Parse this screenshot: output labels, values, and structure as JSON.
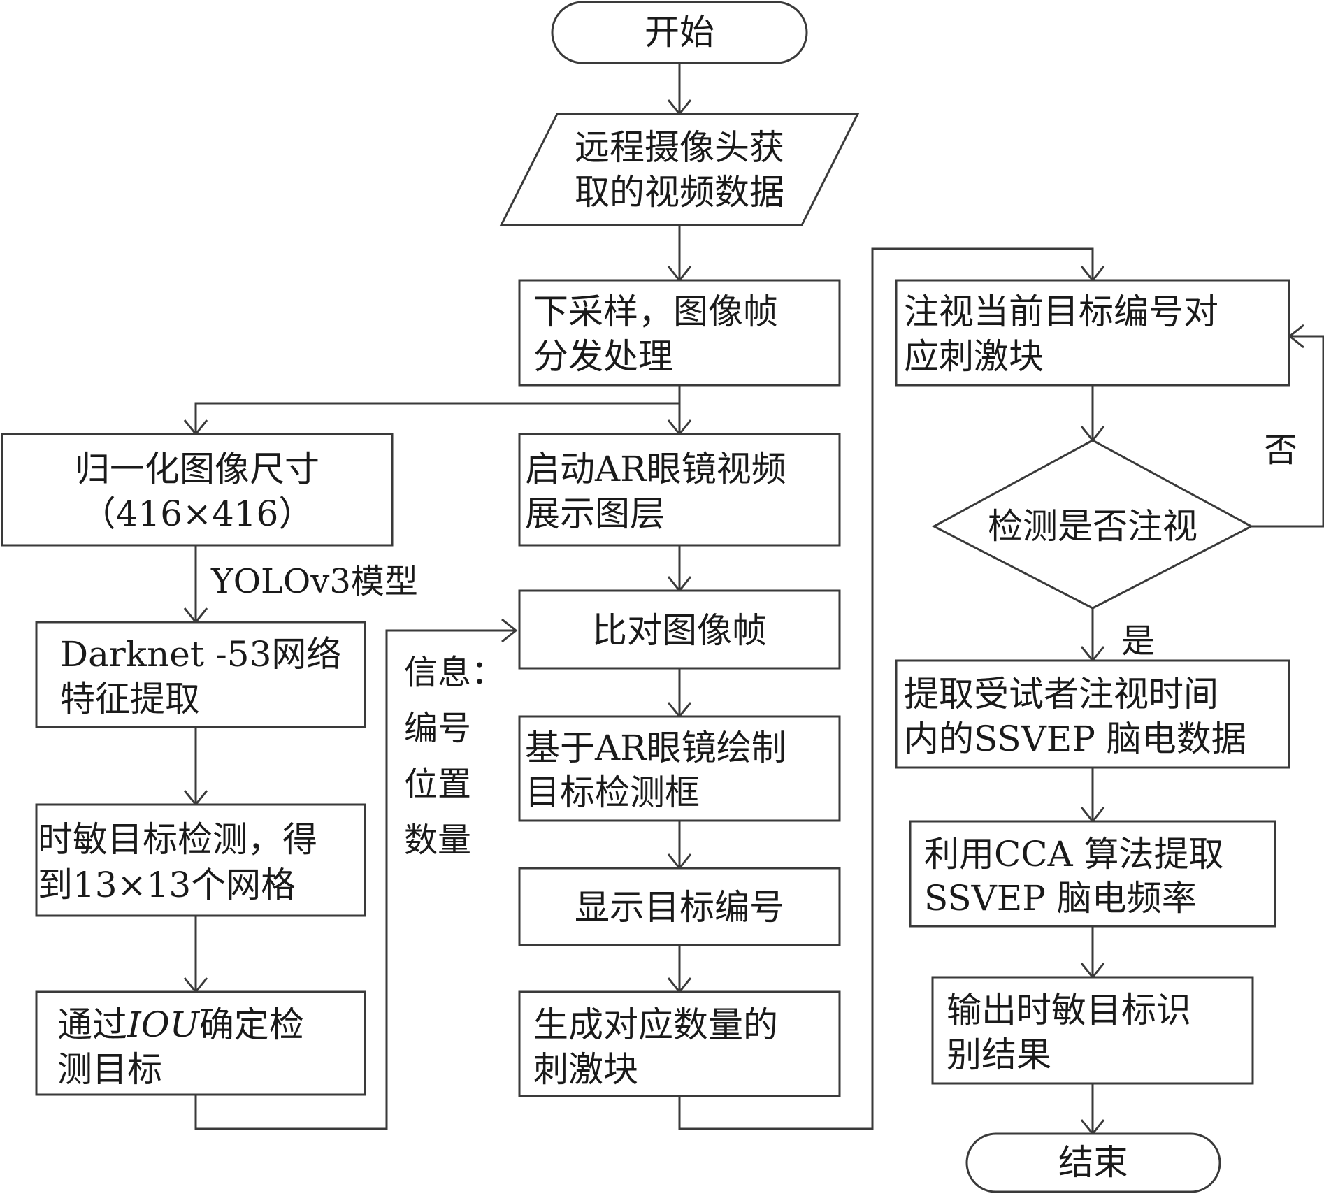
{
  "nodes": {
    "start": "开始",
    "input": [
      "远程摄像头获",
      "取的视频数据"
    ],
    "downsample": [
      "下采样，图像帧",
      "分发处理"
    ],
    "normalize": [
      "归一化图像尺寸",
      "（416×416）"
    ],
    "darknet": [
      "Darknet -53网络",
      "特征提取"
    ],
    "detect": [
      "时敏目标检测，得",
      "到13×13个网格"
    ],
    "iou": {
      "prefix": "通过",
      "italic": "IOU",
      "suffix": "确定检",
      "line2": "测目标"
    },
    "ar_view": [
      "启动AR眼镜视频",
      "展示图层"
    ],
    "compare": "比对图像帧",
    "draw_box": [
      "基于AR眼镜绘制",
      "目标检测框"
    ],
    "show_id": "显示目标编号",
    "stimuli": [
      "生成对应数量的",
      "刺激块"
    ],
    "gaze": [
      "注视当前目标编号对",
      "应刺激块"
    ],
    "decision": "检测是否注视",
    "extract": [
      "提取受试者注视时间",
      "内的SSVEP 脑电数据"
    ],
    "cca": [
      "利用CCA 算法提取",
      "SSVEP 脑电频率"
    ],
    "output": [
      "输出时敏目标识",
      "别结果"
    ],
    "end": "结束"
  },
  "edge_labels": {
    "yolo": "YOLOv3模型",
    "info": [
      "信息：",
      "编号",
      "位置",
      "数量"
    ],
    "no": "否",
    "yes": "是"
  }
}
